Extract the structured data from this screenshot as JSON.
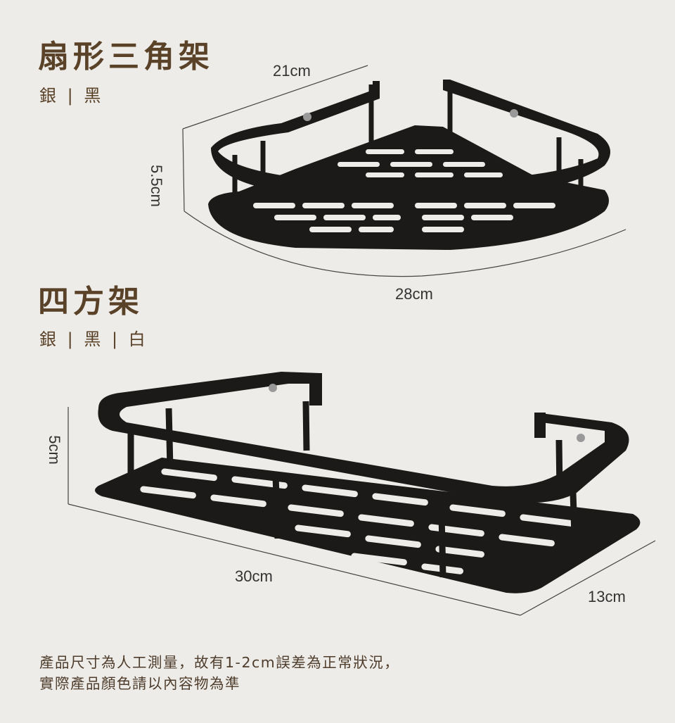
{
  "corner_shelf": {
    "title": "扇形三角架",
    "colors": "銀 | 黑",
    "width": "21cm",
    "height": "5.5cm",
    "length": "28cm"
  },
  "square_shelf": {
    "title": "四方架",
    "colors": "銀 | 黑 | 白",
    "height": "5cm",
    "length": "30cm",
    "depth": "13cm"
  },
  "note": {
    "line1": "產品尺寸為人工測量，故有1-2cm誤差為正常狀況，",
    "line2": "實際產品顏色請以內容物為準"
  },
  "colors": {
    "background": "#eeece8",
    "title": "#5a4229",
    "product": "#1c1a19"
  }
}
